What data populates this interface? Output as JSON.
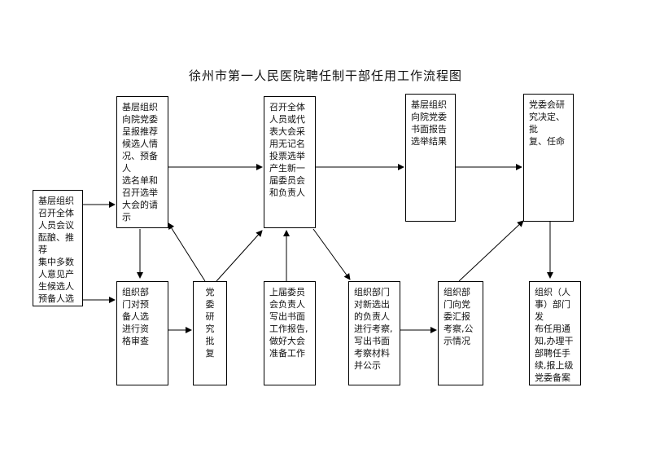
{
  "title": "徐州市第一人民医院聘任制干部任用工作流程图",
  "boxes": {
    "party_committee_meeting": "基层组织\n召开全体\n人员会议\n酝酿、推荐\n集中多数\n人意见产\n生候选人\n预备人选",
    "report_candidates": "基层组织\n向院党委\n呈报推荐\n候选人情\n况、预备人\n选名单和\n召开选举\n大会的请\n示",
    "org_review": "组织部\n门对预\n备人选\n进行资\n格审查",
    "committee_approve": "党\n委\n研\n究\n批\n复",
    "election_meeting": "召开全体\n人员或代\n表大会采\n用无记名\n投票选举\n产生新一\n届委员会\n和负责人",
    "prior_committee": "上届委员\n会负责人\n写出书面\n工作报告,\n做好大会\n准备工作",
    "report_results": "基层组织\n向院党委\n书面报告\n选举结果",
    "assess_new": "组织部门\n对新选出\n的负责人\n进行考察,\n写出书面\n考察材料\n并公示",
    "report_assessment": "组织部\n门向党\n委汇报\n考察,公\n示情况",
    "committee_decide": "党委会研\n究决定、批\n复、任命",
    "hr_issue": "组织（人\n事）部门发\n布任用通\n知,办理干\n部聘任手\n续,报上级\n党委备案"
  }
}
